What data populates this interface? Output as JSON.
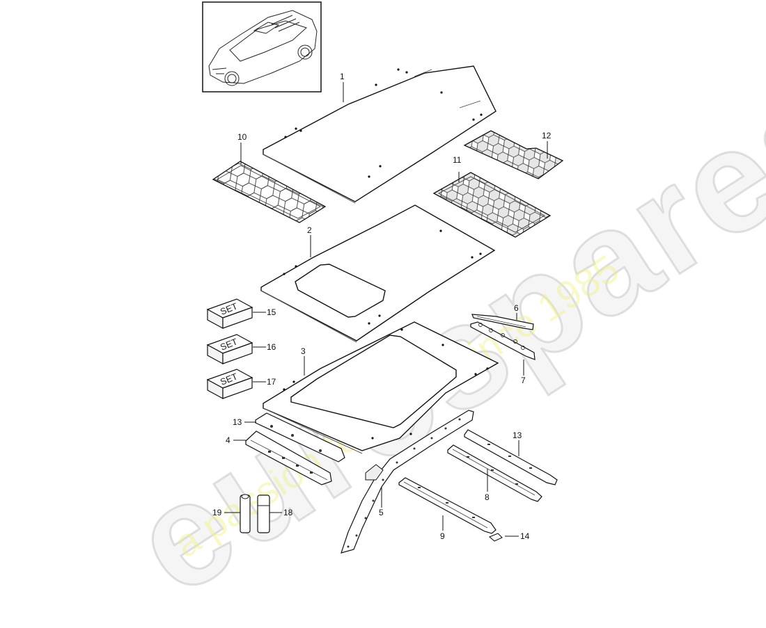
{
  "diagram": {
    "title_thumbnail": "vehicle-overview-thumbnail",
    "watermark": {
      "brand": "eurospares",
      "tagline": "a passion for parts since 1985"
    },
    "set_box_label": "SET",
    "parts": [
      {
        "id": "1",
        "description": "roof panel (solid)"
      },
      {
        "id": "2",
        "description": "roof panel with small sunroof opening"
      },
      {
        "id": "3",
        "description": "roof panel with panoramic opening"
      },
      {
        "id": "4",
        "description": "front roof cross member"
      },
      {
        "id": "5",
        "description": "roof side frame / A-pillar rail"
      },
      {
        "id": "6",
        "description": "roof bracket"
      },
      {
        "id": "7",
        "description": "reinforcement plate"
      },
      {
        "id": "8",
        "description": "roof bow"
      },
      {
        "id": "9",
        "description": "rear roof cross member"
      },
      {
        "id": "10",
        "description": "insulation mat (front)"
      },
      {
        "id": "11",
        "description": "insulation mat (middle)"
      },
      {
        "id": "12",
        "description": "insulation mat (rear)"
      },
      {
        "id": "13",
        "description": "roof bow / cross member"
      },
      {
        "id": "14",
        "description": "bracket"
      },
      {
        "id": "15",
        "description": "repair set"
      },
      {
        "id": "16",
        "description": "repair set"
      },
      {
        "id": "17",
        "description": "repair set"
      },
      {
        "id": "18",
        "description": "adhesive cartridge"
      },
      {
        "id": "19",
        "description": "sealant cartridge"
      }
    ],
    "callouts": {
      "c1": "1",
      "c2": "2",
      "c3": "3",
      "c4": "4",
      "c5": "5",
      "c6": "6",
      "c7": "7",
      "c8": "8",
      "c9": "9",
      "c10": "10",
      "c11": "11",
      "c12": "12",
      "c13a": "13",
      "c13b": "13",
      "c14": "14",
      "c15": "15",
      "c16": "16",
      "c17": "17",
      "c18": "18",
      "c19": "19"
    }
  }
}
